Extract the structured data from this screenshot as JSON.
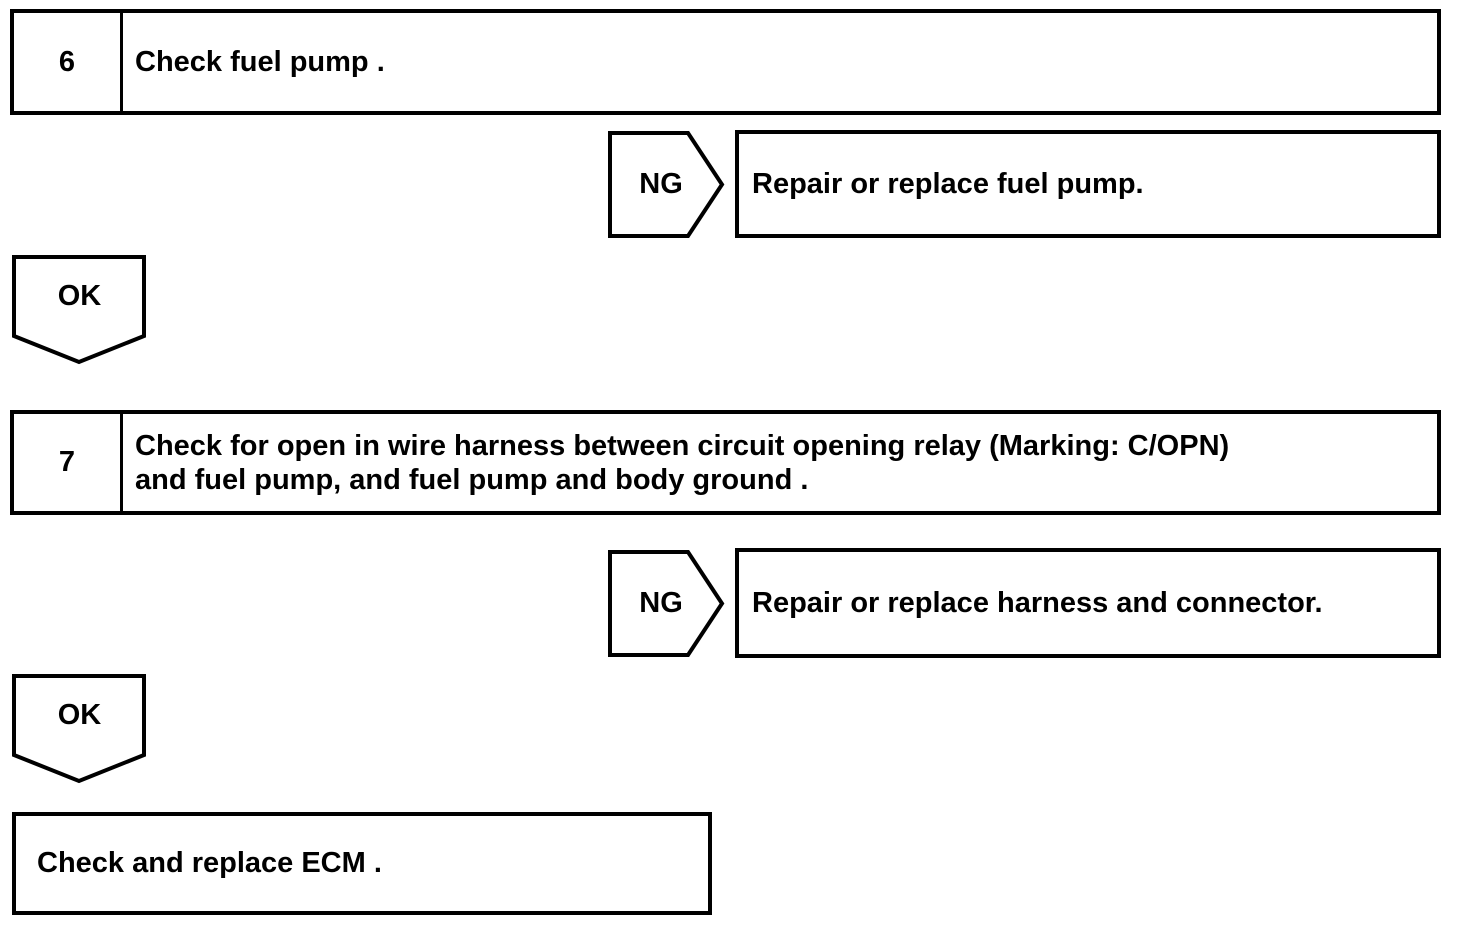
{
  "flowchart": {
    "steps": [
      {
        "number": "6",
        "instruction": "Check fuel pump .",
        "ng": {
          "label": "NG",
          "result": "Repair or replace fuel pump."
        },
        "ok": {
          "label": "OK"
        }
      },
      {
        "number": "7",
        "instruction": "Check for open in wire harness between circuit opening relay (Marking: C/OPN)\nand fuel pump, and fuel pump and body ground .",
        "ng": {
          "label": "NG",
          "result": "Repair or replace harness and connector."
        },
        "ok": {
          "label": "OK"
        }
      }
    ],
    "final_action": "Check and replace ECM .",
    "colors": {
      "line": "#000000",
      "text": "#000000",
      "background": "#ffffff"
    }
  }
}
